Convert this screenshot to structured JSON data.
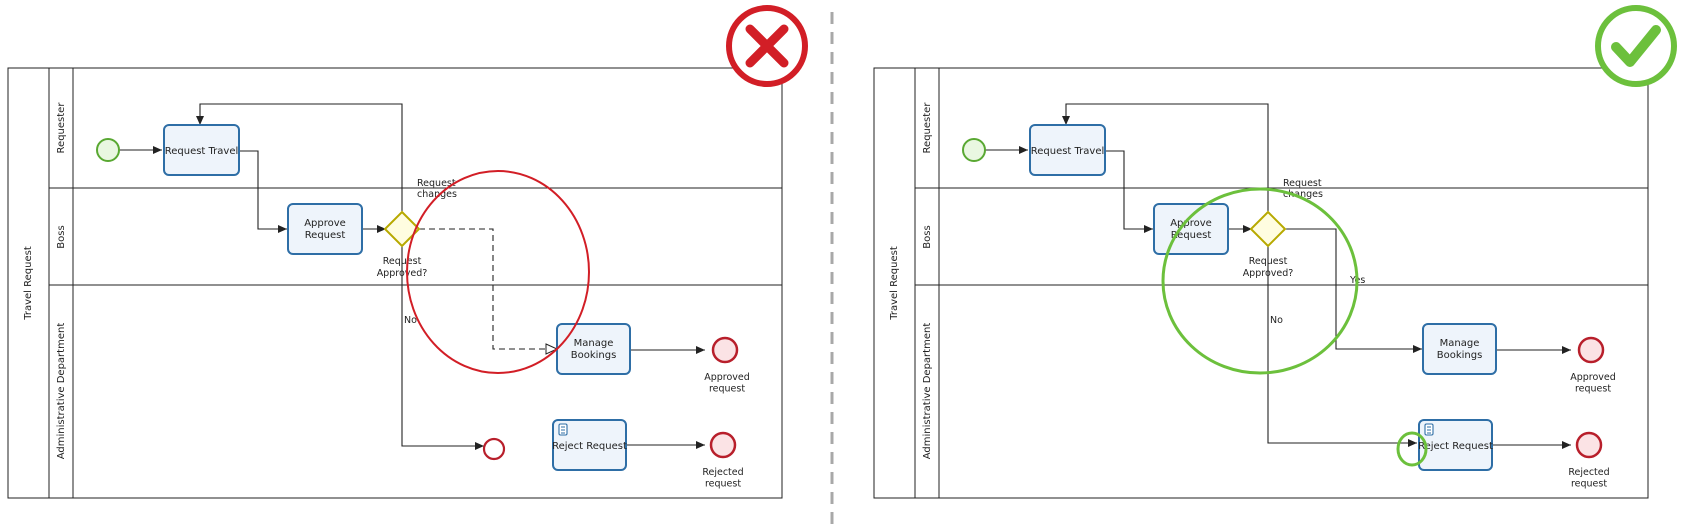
{
  "colors": {
    "wrong": "#d21e26",
    "right": "#6cc03c",
    "task_border": "#2e6ea6",
    "task_fill": "#eef4fb",
    "gateway_border": "#b7a900",
    "gateway_fill": "#fffde0",
    "start_border": "#59a832",
    "start_fill": "#e9f7e1",
    "end_border": "#b81f2b",
    "end_fill": "#fbe3e5",
    "separator": "#a8a8a8"
  },
  "badges": {
    "wrong_icon": "x-mark-icon",
    "right_icon": "check-mark-icon"
  },
  "diagrams": [
    {
      "variant": "wrong",
      "pool_label": "Travel Request",
      "lanes": [
        "Requester",
        "Boss",
        "Administrative Department"
      ],
      "tasks": {
        "request_travel": "Request Travel",
        "approve_request": [
          "Approve",
          "Request"
        ],
        "manage_bookings": [
          "Manage",
          "Bookings"
        ],
        "reject_request": "Reject Request"
      },
      "gateway_label": [
        "Request",
        "Approved?"
      ],
      "flow_labels": {
        "request_changes": [
          "Request",
          "changes"
        ],
        "no": "No",
        "yes": ""
      },
      "end_labels": {
        "approved": [
          "Approved",
          "request"
        ],
        "rejected": [
          "Rejected",
          "request"
        ]
      }
    },
    {
      "variant": "right",
      "pool_label": "Travel Request",
      "lanes": [
        "Requester",
        "Boss",
        "Administrative Department"
      ],
      "tasks": {
        "request_travel": "Request Travel",
        "approve_request": [
          "Approve",
          "Request"
        ],
        "manage_bookings": [
          "Manage",
          "Bookings"
        ],
        "reject_request": "Reject Request"
      },
      "gateway_label": [
        "Request",
        "Approved?"
      ],
      "flow_labels": {
        "request_changes": [
          "Request",
          "changes"
        ],
        "no": "No",
        "yes": "Yes"
      },
      "end_labels": {
        "approved": [
          "Approved",
          "request"
        ],
        "rejected": [
          "Rejected",
          "request"
        ]
      }
    }
  ]
}
